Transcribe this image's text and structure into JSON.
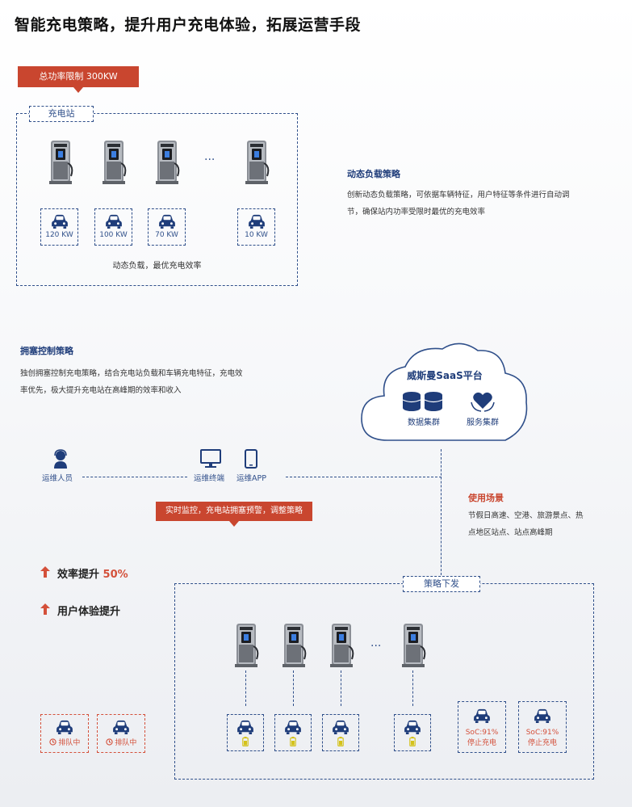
{
  "title": "智能充电策略，提升用户充电体验，拓展运营手段",
  "power_limit_tag": "总功率限制 300KW",
  "station": {
    "label": "充电站",
    "ellipsis": "···",
    "cars": [
      "120 KW",
      "100 KW",
      "70 KW",
      "10 KW"
    ],
    "caption": "动态负载，最优充电效率"
  },
  "dynamic_strategy": {
    "heading": "动态负载策略",
    "text_line1": "创新动态负载策略，可依据车辆特征，用户特征等条件进行自动调",
    "text_line2": "节，确保站内功率受限时最优的充电效率"
  },
  "congestion_strategy": {
    "heading": "拥塞控制策略",
    "text_line1": "独创拥塞控制充电策略，结合充电站负载和车辆充电特征，充电效",
    "text_line2": "率优先，极大提升充电站在高峰期的效率和收入"
  },
  "cloud": {
    "title": "威斯曼SaaS平台",
    "item1": "数据集群",
    "item2": "服务集群"
  },
  "ops": {
    "person": "运维人员",
    "terminal": "运维终端",
    "app": "运维APP",
    "monitor_tag": "实时监控，充电站拥塞预警，调整策略"
  },
  "usage": {
    "heading": "使用场景",
    "line1": "节假日高速、空港、旅游景点、热",
    "line2": "点地区站点、站点高峰期"
  },
  "benefits": {
    "b1_prefix": "效率提升 ",
    "b1_pct": "50%",
    "b2": "用户体验提升"
  },
  "dispatch": {
    "label": "策略下发",
    "ellipsis": "···",
    "queue1": "排队中",
    "queue2": "排队中",
    "stop1_soc": "SoC:91%",
    "stop1_text": "停止充电",
    "stop2_soc": "SoC:91%",
    "stop2_text": "停止充电"
  },
  "colors": {
    "navy": "#2f4f8a",
    "red": "#c9462f",
    "battery": "#d4c21a"
  }
}
